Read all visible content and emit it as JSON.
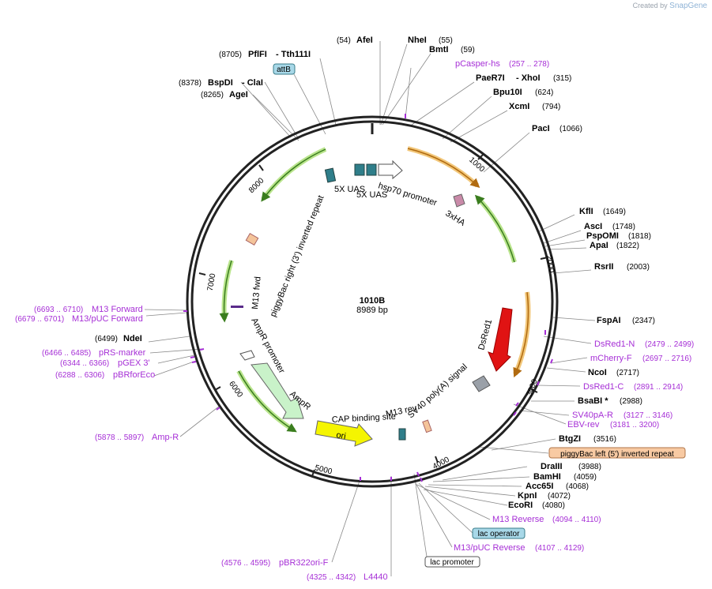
{
  "brand": {
    "prefix": "Created by",
    "name": "SnapGene"
  },
  "plasmid": {
    "name": "1010B",
    "size": "8989 bp",
    "length": 8989
  },
  "colors": {
    "feature": "#a62fd6",
    "backbone": "#222222",
    "green": "#5fae2f",
    "orange": "#e8a33b",
    "red": "#e01313"
  },
  "ticks": [
    "1000",
    "2000",
    "3000",
    "4000",
    "5000",
    "6000",
    "7000",
    "8000"
  ],
  "enzymes": [
    {
      "name": "AfeI",
      "pos": "(54)"
    },
    {
      "name": "NheI",
      "pos": "(55)"
    },
    {
      "name": "BmtI",
      "pos": "(59)"
    },
    {
      "name": "PaeR7I",
      "pos": ""
    },
    {
      "name": "- XhoI",
      "pos": "(315)"
    },
    {
      "name": "Bpu10I",
      "pos": "(624)"
    },
    {
      "name": "XcmI",
      "pos": "(794)"
    },
    {
      "name": "PacI",
      "pos": "(1066)"
    },
    {
      "name": "KflI",
      "pos": "(1649)"
    },
    {
      "name": "AscI",
      "pos": "(1748)"
    },
    {
      "name": "PspOMI",
      "pos": "(1818)"
    },
    {
      "name": "ApaI",
      "pos": "(1822)"
    },
    {
      "name": "RsrII",
      "pos": "(2003)"
    },
    {
      "name": "FspAI",
      "pos": "(2347)"
    },
    {
      "name": "NcoI",
      "pos": "(2717)"
    },
    {
      "name": "BsaBI *",
      "pos": "(2988)"
    },
    {
      "name": "BtgZI",
      "pos": "(3516)"
    },
    {
      "name": "DraIII",
      "pos": "(3988)"
    },
    {
      "name": "BamHI",
      "pos": "(4059)"
    },
    {
      "name": "Acc65I",
      "pos": "(4068)"
    },
    {
      "name": "KpnI",
      "pos": "(4072)"
    },
    {
      "name": "EcoRI",
      "pos": "(4080)"
    },
    {
      "name": "NdeI",
      "pos": "(6499)"
    },
    {
      "name": "AgeI",
      "pos": "(8265)"
    },
    {
      "name": "BspDI",
      "pos": "(8378)"
    },
    {
      "name": "- ClaI",
      "pos": ""
    },
    {
      "name": "PflFI",
      "pos": "(8705)"
    },
    {
      "name": "- Tth111I",
      "pos": ""
    }
  ],
  "features": [
    {
      "name": "pCasper-hs",
      "pos": "(257 .. 278)"
    },
    {
      "name": "DsRed1-N",
      "pos": "(2479 .. 2499)"
    },
    {
      "name": "mCherry-F",
      "pos": "(2697 .. 2716)"
    },
    {
      "name": "DsRed1-C",
      "pos": "(2891 .. 2914)"
    },
    {
      "name": "SV40pA-R",
      "pos": "(3127 .. 3146)"
    },
    {
      "name": "EBV-rev",
      "pos": "(3181 .. 3200)"
    },
    {
      "name": "M13 Reverse",
      "pos": "(4094 .. 4110)"
    },
    {
      "name": "M13/pUC Reverse",
      "pos": "(4107 .. 4129)"
    },
    {
      "name": "pBR322ori-F",
      "pos": "(4576 .. 4595)"
    },
    {
      "name": "L4440",
      "pos": "(4325 .. 4342)"
    },
    {
      "name": "Amp-R",
      "pos": "(5878 .. 5897)"
    },
    {
      "name": "pBRforEco",
      "pos": "(6288 .. 6306)"
    },
    {
      "name": "pGEX 3'",
      "pos": "(6344 .. 6366)"
    },
    {
      "name": "pRS-marker",
      "pos": "(6466 .. 6485)"
    },
    {
      "name": "M13/pUC Forward",
      "pos": "(6679 .. 6701)"
    },
    {
      "name": "M13 Forward",
      "pos": "(6693 .. 6710)"
    }
  ],
  "badges": {
    "attB": "attB",
    "piggyLeft": "piggyBac left (5') inverted repeat",
    "lacOperator": "lac operator",
    "lacPromoter": "lac promoter"
  },
  "inner_labels": {
    "uas1": "5X UAS",
    "uas2": "5X UAS",
    "hsp70": "hsp70 promoter",
    "hxha": "3xHA",
    "dsred": "DsRed1",
    "sv40": "SV40 poly(A) signal",
    "m13rev": "M13 rev",
    "cap": "CAP binding site",
    "ori": "ori",
    "ampr": "AmpR",
    "amprProm": "AmpR promoter",
    "m13fwd": "M13 fwd",
    "piggyRight": "piggyBac right (3') inverted repeat"
  }
}
